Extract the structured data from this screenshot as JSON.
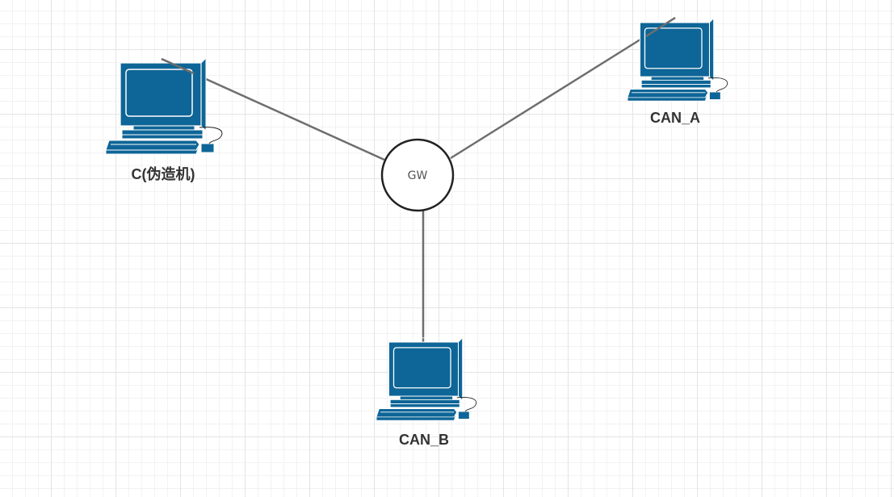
{
  "gateway": {
    "label": "GW"
  },
  "nodes": {
    "c": {
      "label": "C(伪造机)"
    },
    "can_a": {
      "label": "CAN_A"
    },
    "can_b": {
      "label": "CAN_B"
    }
  },
  "colors": {
    "computer_fill": "#0e6597",
    "computer_stroke": "#ffffff",
    "connector": "#6e6e6e",
    "gateway_stroke": "#222222",
    "grid": "#e4e4e4"
  },
  "icons": {
    "computer": "desktop-computer-icon"
  }
}
